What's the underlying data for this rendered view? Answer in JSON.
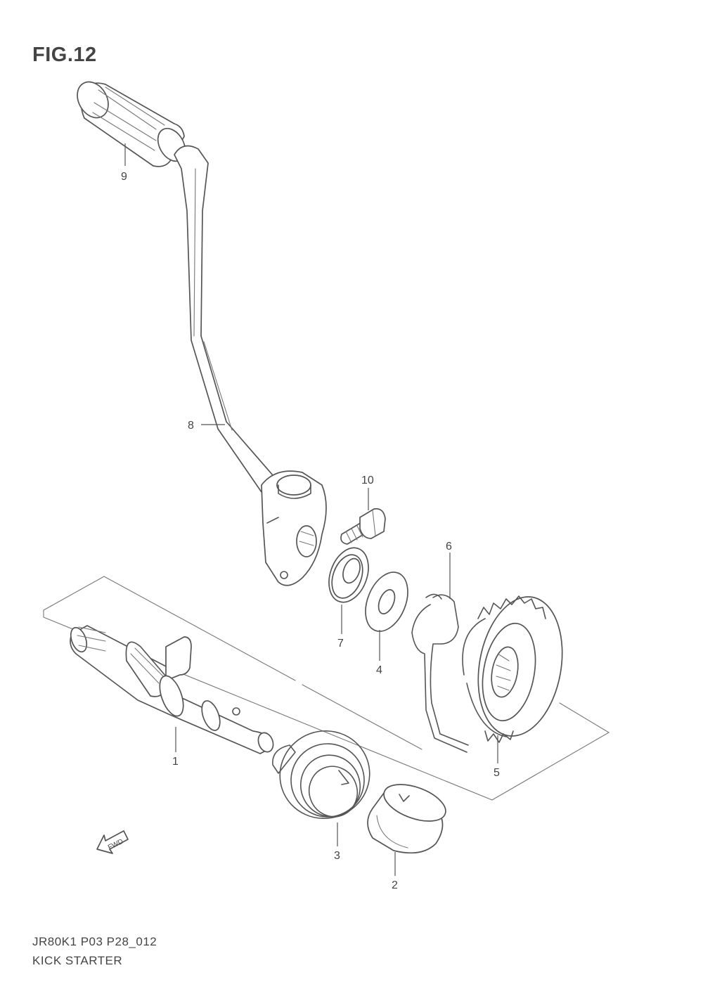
{
  "figure": {
    "title": "FIG.12",
    "code": "JR80K1 P03 P28_012",
    "name": "KICK STARTER"
  },
  "callouts": {
    "c1": "1",
    "c2": "2",
    "c3": "3",
    "c4": "4",
    "c5": "5",
    "c6": "6",
    "c7": "7",
    "c8": "8",
    "c9": "9",
    "c10": "10"
  },
  "fwd_badge": "FWD",
  "colors": {
    "line": "#555555",
    "text": "#444444"
  }
}
